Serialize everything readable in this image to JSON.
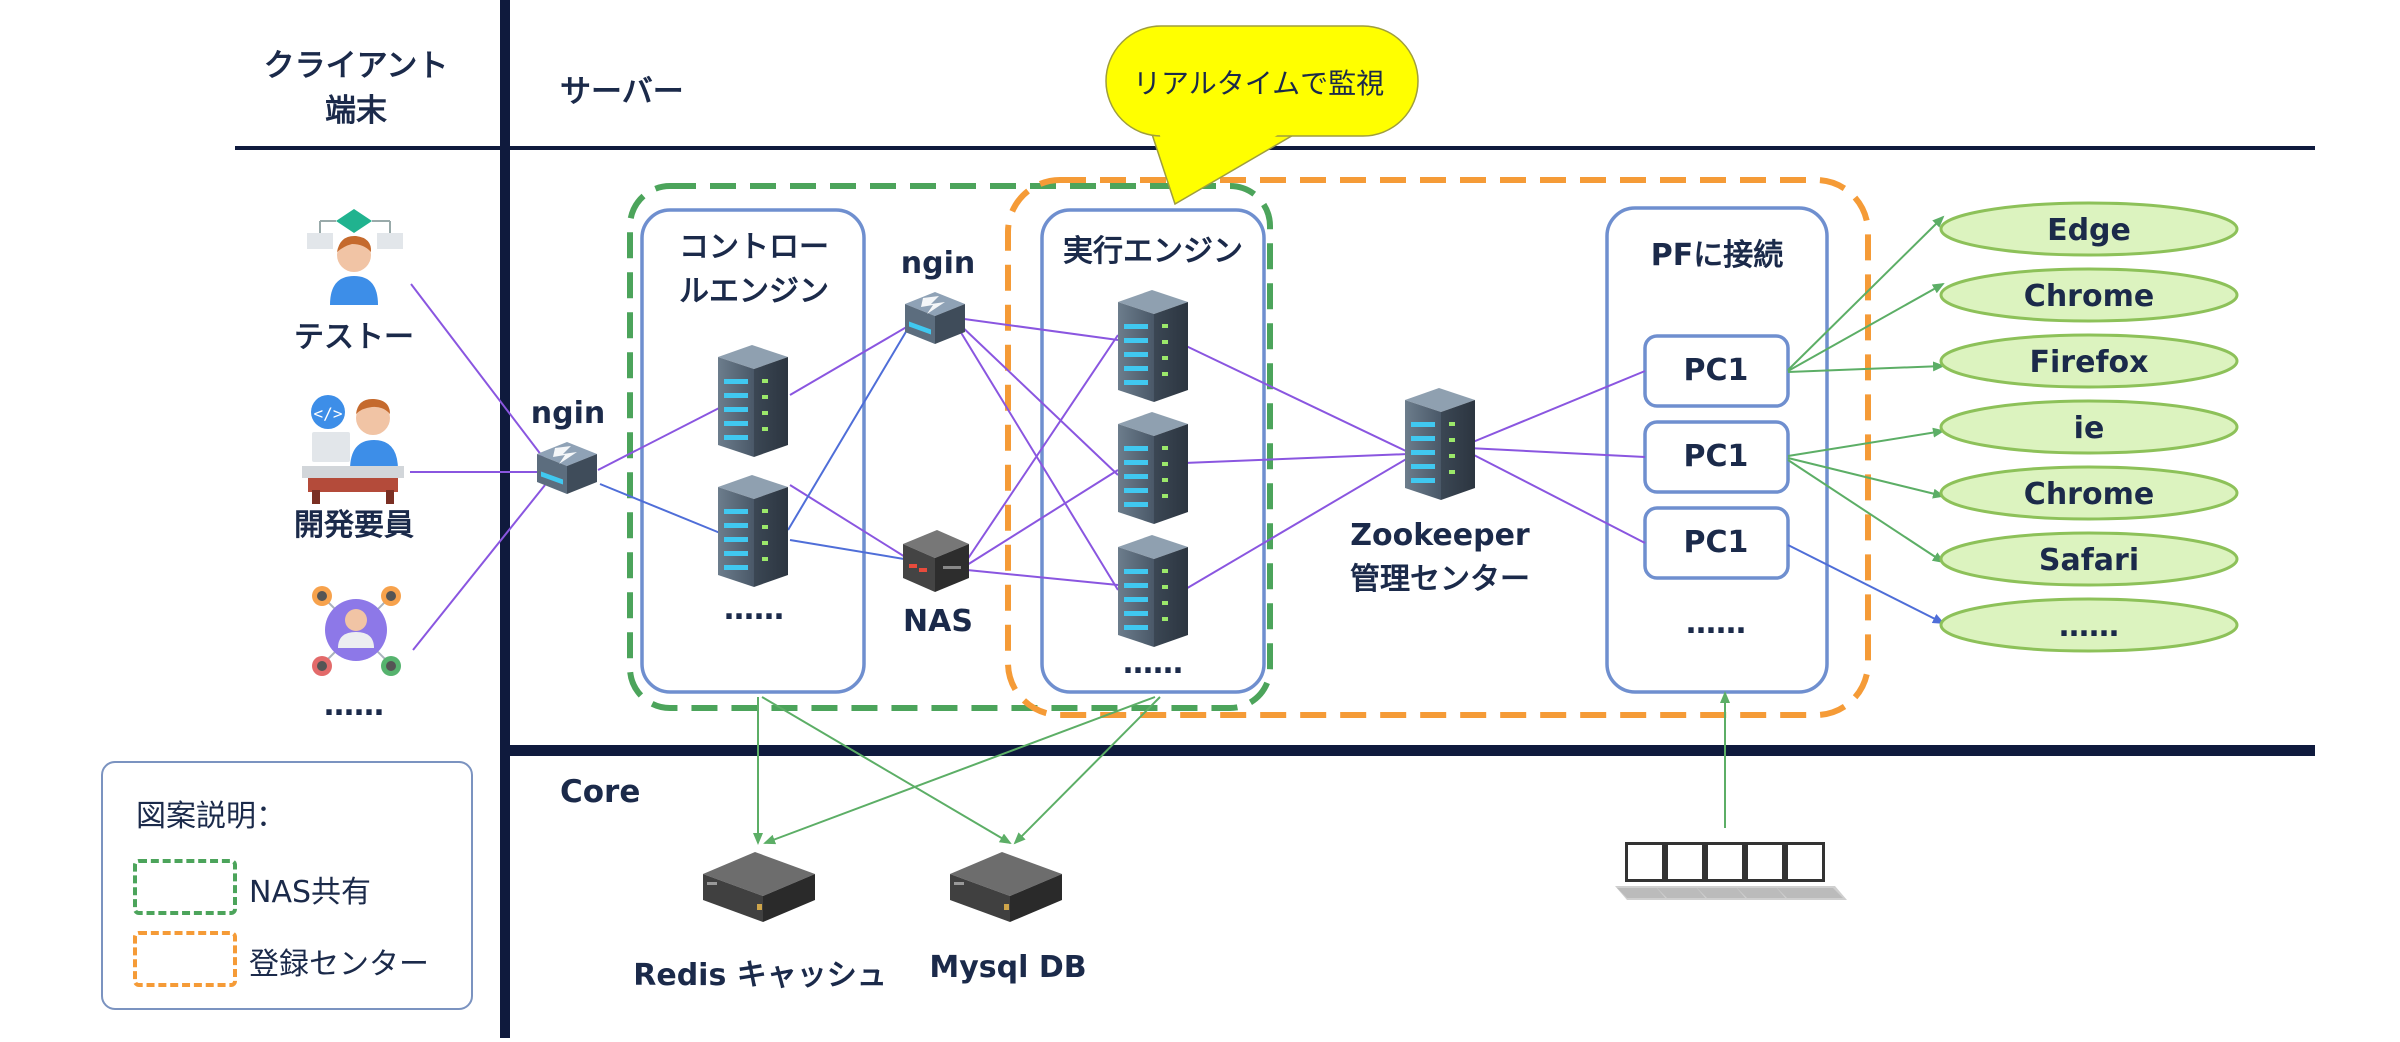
{
  "headers": {
    "client": [
      "クライアント",
      "端末"
    ],
    "server": "サーバー",
    "core": "Core"
  },
  "callout": "リアルタイムで監視",
  "clients": {
    "tester": "テストー",
    "developer": "開発要員",
    "more": "……"
  },
  "nodes": {
    "nginx_left": "ngin",
    "nginx_mid": "ngin",
    "nas": "NAS",
    "control_engine": [
      "コントロー",
      "ルエンジン"
    ],
    "control_more": "……",
    "exec_engine": "実行エンジン",
    "exec_more": "……",
    "zookeeper": [
      "Zookeeper",
      "管理センター"
    ],
    "pf": "PFに接続",
    "pcs": [
      "PC1",
      "PC1",
      "PC1"
    ],
    "pf_more": "……",
    "redis": "Redis キャッシュ",
    "mysql": "Mysql DB"
  },
  "browsers": [
    "Edge",
    "Chrome",
    "Firefox",
    "ie",
    "Chrome",
    "Safari",
    "……"
  ],
  "legend": {
    "title": "図案説明：",
    "nas_shared": "NAS共有",
    "registry": "登録センター"
  },
  "colors": {
    "navy": "#0f1a3d",
    "purple_link": "#8a56e0",
    "green_link": "#5cae66",
    "blue_link": "#4f6ed8",
    "green_dash": "#4ca45b",
    "orange_dash": "#f59b37",
    "box_border": "#6f8fcf",
    "ellipse_fill": "#dcf3bf",
    "ellipse_border": "#8dc159",
    "callout_fill": "#ffff00"
  }
}
